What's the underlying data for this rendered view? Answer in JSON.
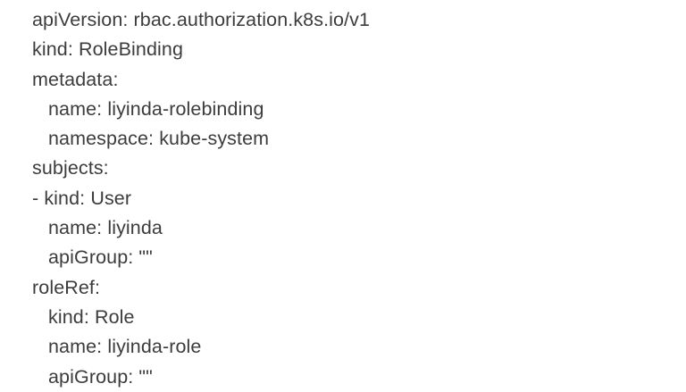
{
  "document": {
    "type": "yaml-manifest",
    "kind": "RoleBinding",
    "background_color": "#ffffff",
    "text_color": "#3c3c3c",
    "lines": [
      {
        "text": "apiVersion: rbac.authorization.k8s.io/v1",
        "indent": 0
      },
      {
        "text": "kind: RoleBinding",
        "indent": 0
      },
      {
        "text": "metadata:",
        "indent": 0
      },
      {
        "text": "name: liyinda-rolebinding",
        "indent": 1
      },
      {
        "text": "namespace: kube-system",
        "indent": 1
      },
      {
        "text": "subjects:",
        "indent": 0
      },
      {
        "text": "- kind: User",
        "indent": 0
      },
      {
        "text": "name: liyinda",
        "indent": 1
      },
      {
        "text": "apiGroup: \"\"",
        "indent": 1
      },
      {
        "text": "roleRef:",
        "indent": 0
      },
      {
        "text": "kind: Role",
        "indent": 1
      },
      {
        "text": "name: liyinda-role",
        "indent": 1
      },
      {
        "text": "apiGroup: \"\"",
        "indent": 1
      }
    ]
  }
}
